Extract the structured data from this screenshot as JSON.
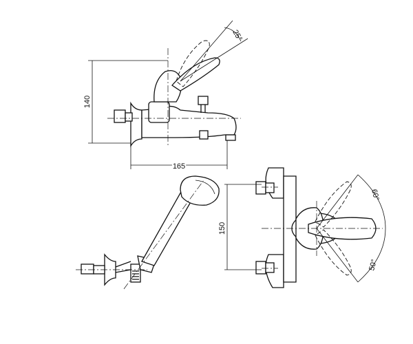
{
  "dimensions": {
    "height_top": "140",
    "width_top": "165",
    "angle_top": "25°",
    "height_side": "150",
    "angle_side_up": "60°",
    "angle_side_down": "50°"
  },
  "colors": {
    "line": "#111111",
    "background": "#ffffff"
  }
}
